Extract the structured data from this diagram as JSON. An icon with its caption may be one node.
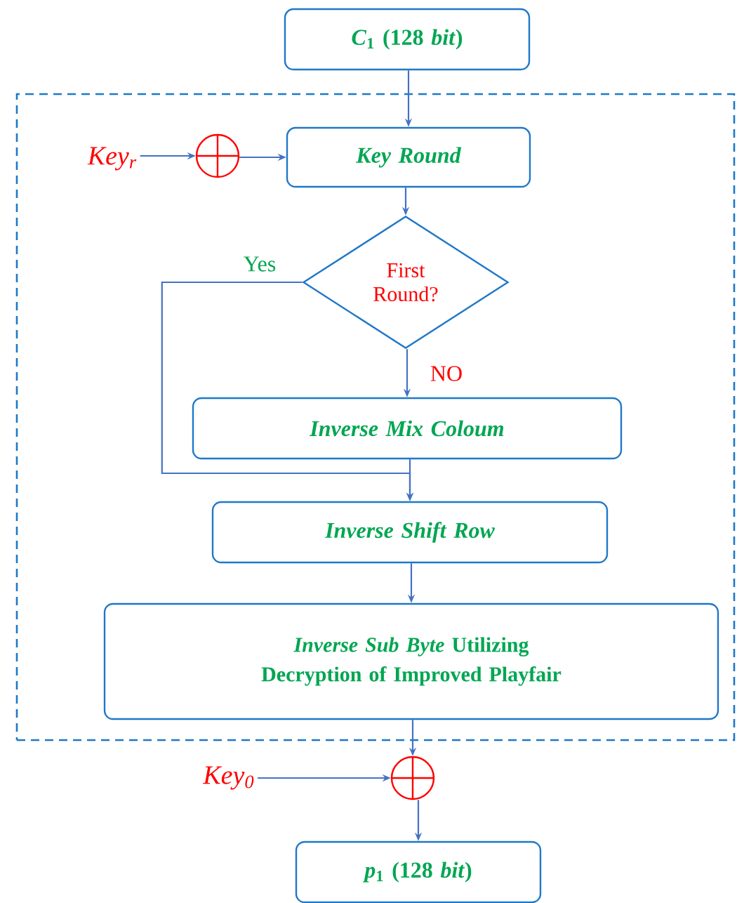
{
  "diagram": {
    "nodes": [
      {
        "text": [],
        "shape": "box"
      },
      {
        "text": [
          "*C*$_{1}$ (128 *bit*)"
        ]
      },
      {
        "text": [
          "Key$_{r}$"
        ],
        "in": 0
      },
      {
        "text": [],
        "shape": "circle",
        "in": 0
      },
      {
        "text": [
          "Key Round"
        ],
        "in": 0
      },
      {
        "text": [
          "First Round?"
        ],
        "in": 0
      },
      {
        "text": [
          "Inverse Mix Coloum"
        ],
        "in": 0
      },
      {
        "text": [
          "Inverse Shift Row"
        ],
        "in": 0
      },
      {
        "text": [
          "*Inverse Sub Byte* Utilizing Decryption of Improved Playfair"
        ],
        "in": 0
      },
      {
        "text": [
          "Key$_{0}$"
        ]
      },
      {
        "text": [],
        "shape": "circle"
      },
      {
        "text": [
          "*p*$_{1}$ (128 *bit*)"
        ]
      }
    ],
    "edges": [
      {
        "from": 1,
        "to": 4,
        "arrow": "to"
      },
      {
        "from": 2,
        "to": 3,
        "arrow": "to"
      },
      {
        "from": 3,
        "to": 4,
        "arrow": "to"
      },
      {
        "from": 4,
        "to": 5,
        "arrow": "to"
      },
      {
        "from": 5,
        "to": 6,
        "arrow": "to",
        "label": "NO"
      },
      {
        "from": 5,
        "to": 7,
        "arrow": "to",
        "label": "Yes"
      },
      {
        "from": 6,
        "to": 7,
        "arrow": "to"
      },
      {
        "from": 7,
        "to": 8,
        "arrow": "to"
      },
      {
        "from": 8,
        "to": 10,
        "arrow": "to"
      },
      {
        "from": 9,
        "to": 10,
        "arrow": "to"
      },
      {
        "from": 10,
        "to": 11,
        "arrow": "to"
      }
    ]
  }
}
